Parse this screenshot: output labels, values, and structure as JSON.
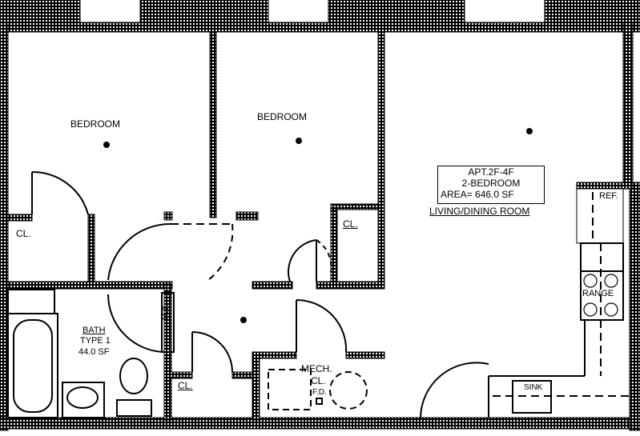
{
  "rooms": {
    "bedroom_1": "BEDROOM",
    "bedroom_2": "BEDROOM",
    "living": "LIVING/DINING ROOM",
    "closet_1": "CL.",
    "closet_2": "CL.",
    "closet_3": "CL.",
    "bath_name": "BATH",
    "bath_type": "TYPE 1",
    "bath_area": "44.0 SF",
    "mech": "MECH.",
    "mech_cl": "CL.",
    "fd": "F.D.",
    "ms": "M.S."
  },
  "apartment": {
    "unit": "APT.2F-4F",
    "type": "2-BEDROOM",
    "area": "AREA=  646.0 SF"
  },
  "fixtures": {
    "ref": "REF.",
    "range": "RANGE",
    "sink": "SINK"
  }
}
